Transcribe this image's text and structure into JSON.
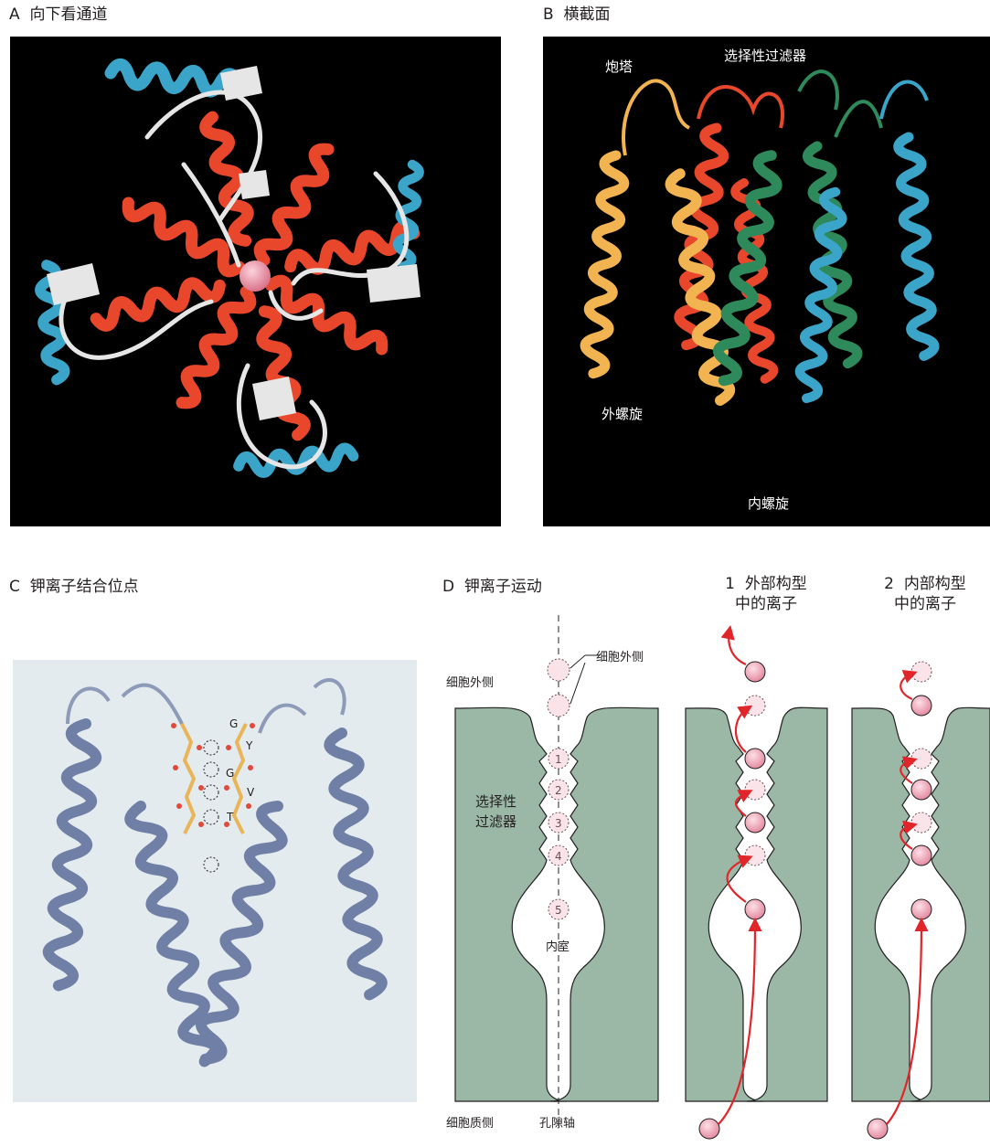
{
  "panel_a": {
    "letter": "A",
    "title": "向下看通道"
  },
  "panel_b": {
    "letter": "B",
    "title": "横截面",
    "labels": {
      "turret": "炮塔",
      "selectivity_filter": "选择性过滤器",
      "outer_helix": "外螺旋",
      "inner_helix": "内螺旋"
    }
  },
  "panel_c": {
    "letter": "C",
    "title": "钾离子结合位点",
    "residues": [
      "G",
      "Y",
      "G",
      "V",
      "T"
    ]
  },
  "panel_d": {
    "letter": "D",
    "title": "钾离子运动",
    "labels": {
      "extracellular_left": "细胞外侧",
      "extracellular_pointer": "细胞外侧",
      "selectivity_filter_line1": "选择性",
      "selectivity_filter_line2": "过滤器",
      "inner_chamber": "内室",
      "cytoplasmic_side": "细胞质侧",
      "pore_axis": "孔隙轴"
    },
    "site_numbers": [
      "1",
      "2",
      "3",
      "4",
      "5"
    ],
    "state1": {
      "number": "1",
      "title_line1": "外部构型",
      "title_line2": "中的离子"
    },
    "state2": {
      "number": "2",
      "title_line1": "内部构型",
      "title_line2": "中的离子"
    }
  },
  "colors": {
    "helix_red": "#e8472c",
    "helix_blue": "#3aa5c9",
    "helix_white": "#e6e6e6",
    "helix_orange": "#f2b451",
    "helix_green": "#2e8a5a",
    "helix_slate": "#6f7fa6",
    "membrane_green": "#9bb8a6",
    "ion_pink": "#f2a7b9",
    "arrow_red": "#e0262b"
  }
}
